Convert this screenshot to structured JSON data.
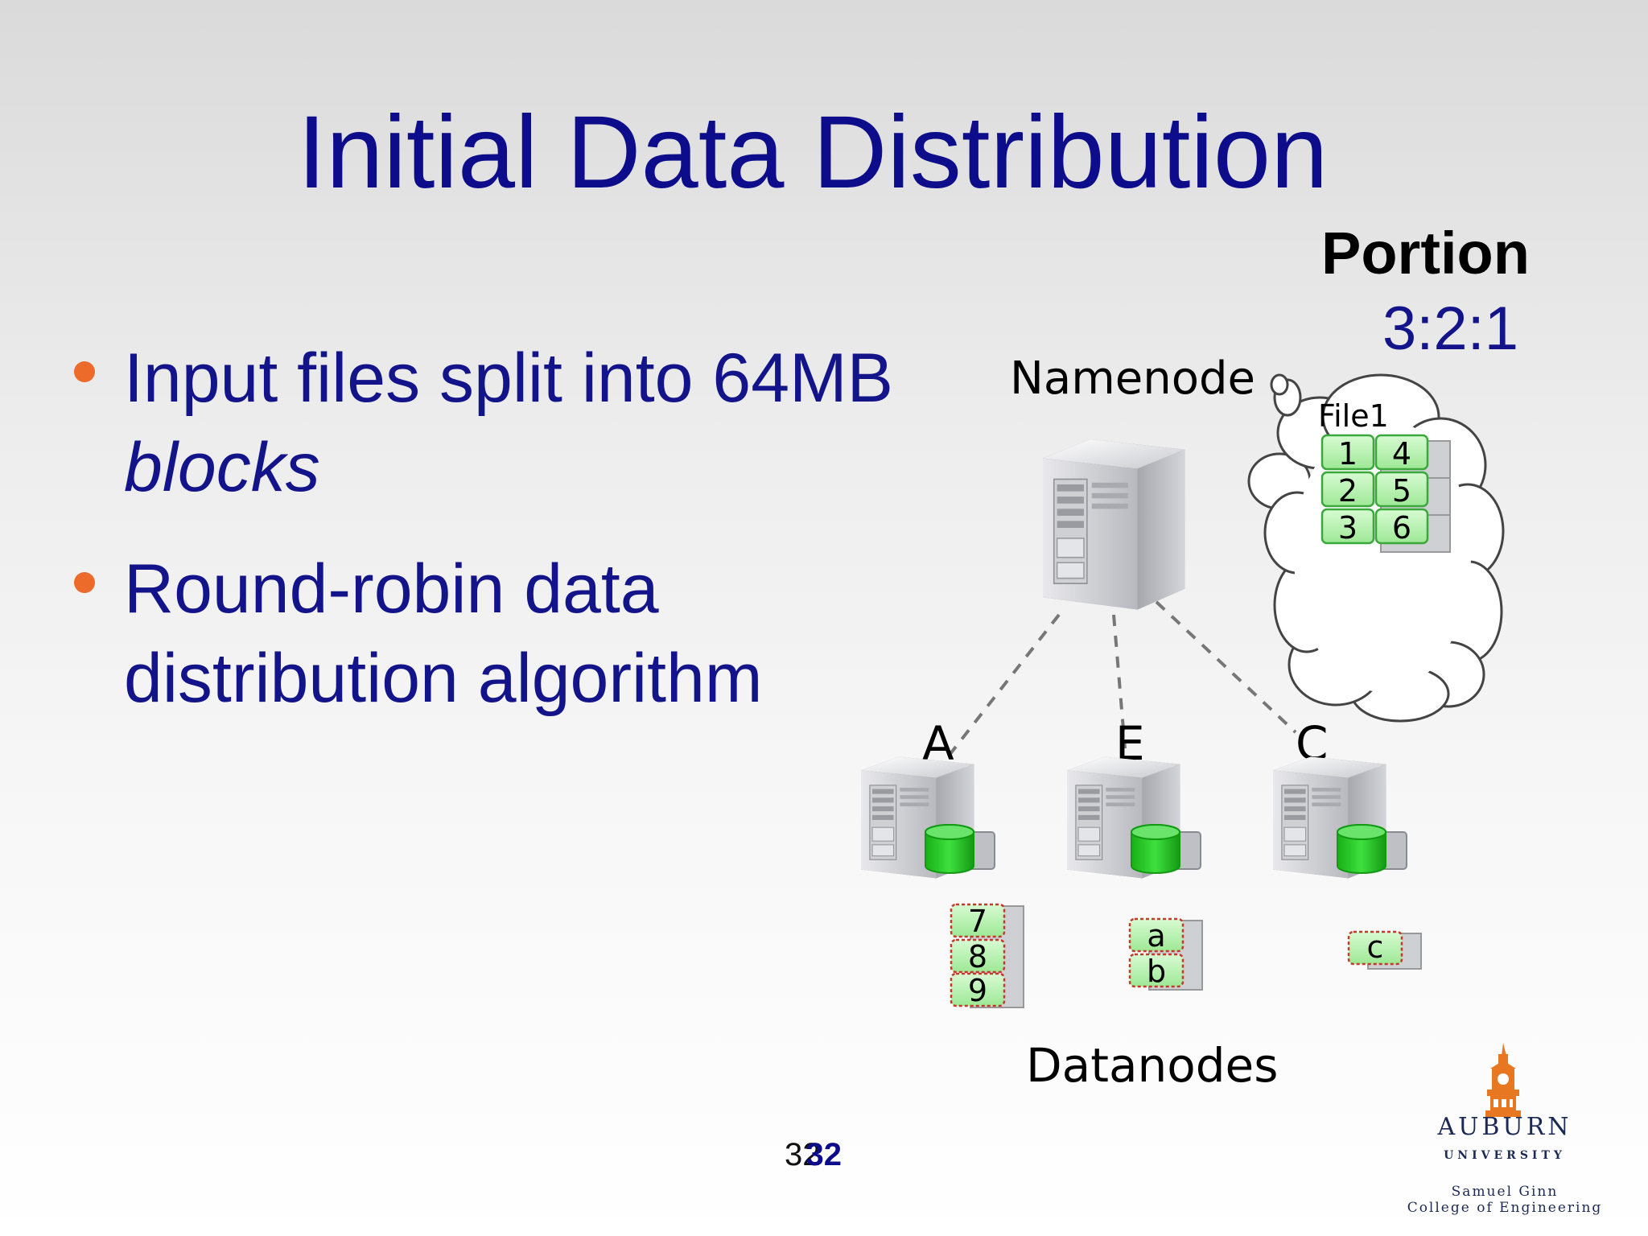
{
  "slide": {
    "title": "Initial Data Distribution",
    "bullets": [
      {
        "line1": "Input files split into 64MB",
        "line2": "blocks"
      },
      {
        "line1": "Round-robin data",
        "line2": "distribution algorithm"
      }
    ],
    "page_number_a": "32",
    "page_number_b": "32"
  },
  "diagram": {
    "portion_title": "Portion",
    "portion_value": "3:2:1",
    "namenode_label": "Namenode",
    "datanodes_label": "Datanodes",
    "file_label": "File1",
    "file_blocks": [
      "1",
      "4",
      "2",
      "5",
      "3",
      "6"
    ],
    "node_letters": [
      "A",
      "E",
      "C"
    ],
    "node_a_blocks": [
      "7",
      "8",
      "9"
    ],
    "node_b_blocks": [
      "a",
      "b"
    ],
    "node_c_blocks": [
      "c"
    ]
  },
  "logo": {
    "name": "AUBURN",
    "subtitle": "UNIVERSITY",
    "college_line1": "Samuel Ginn",
    "college_line2": "College of Engineering"
  },
  "colors": {
    "title": "#0d0d8c",
    "bullet_dot": "#ec6a2a",
    "block_fill": "#b7f0b0",
    "block_border": "#3aa83a",
    "disk": "#22c022",
    "logo_orange": "#e87722",
    "logo_navy": "#1b2a55"
  }
}
